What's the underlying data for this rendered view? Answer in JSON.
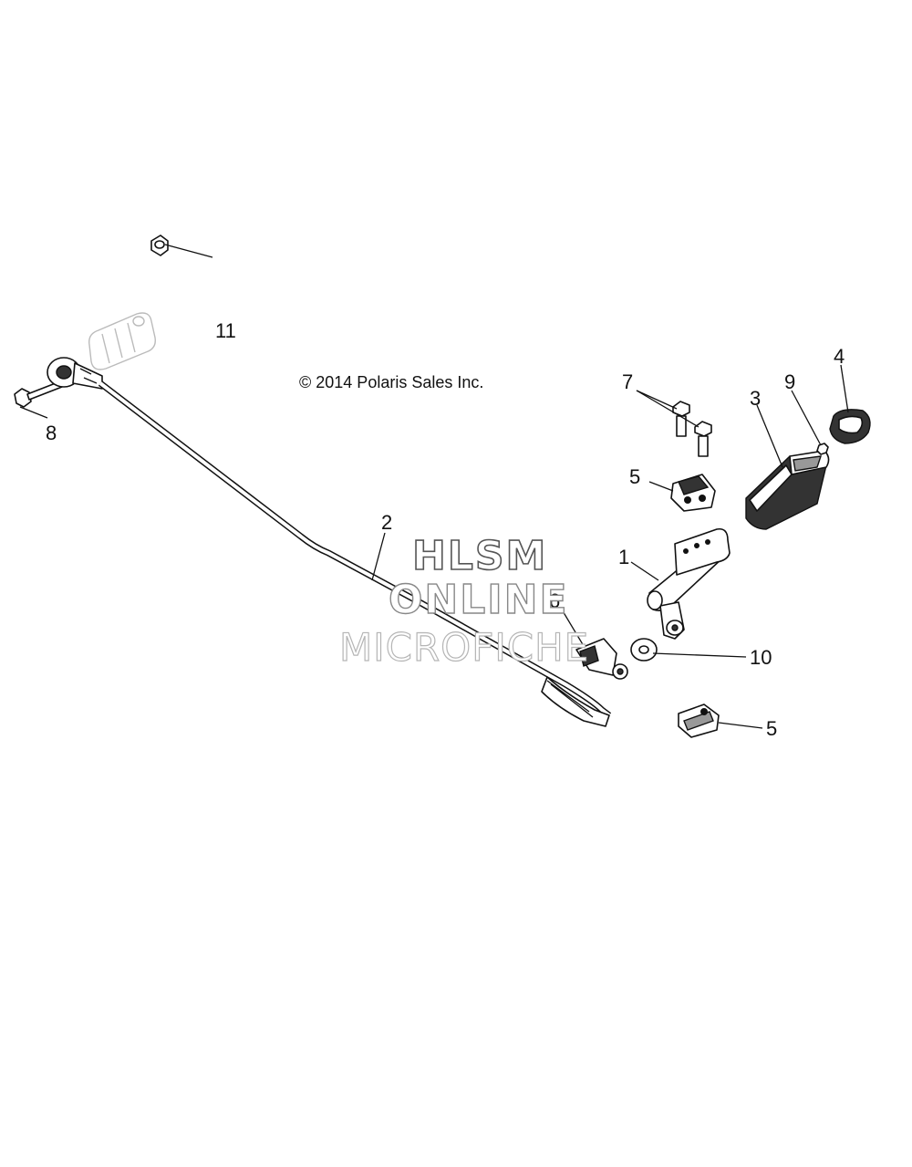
{
  "copyright": "© 2014 Polaris Sales Inc.",
  "watermark": {
    "line1": "HLSM",
    "line2": "ONLINE",
    "line3": "MICROFICHE"
  },
  "callouts": [
    {
      "id": "1",
      "part": "shift-lever"
    },
    {
      "id": "2",
      "part": "shift-rod"
    },
    {
      "id": "3",
      "part": "shift-knob-boot"
    },
    {
      "id": "4",
      "part": "knob-cap"
    },
    {
      "id": "5",
      "part": "bushing-upper"
    },
    {
      "id": "5",
      "part": "bushing-lower"
    },
    {
      "id": "6",
      "part": "clip"
    },
    {
      "id": "7",
      "part": "bolts"
    },
    {
      "id": "8",
      "part": "bolt"
    },
    {
      "id": "9",
      "part": "screw"
    },
    {
      "id": "10",
      "part": "washer"
    },
    {
      "id": "11",
      "part": "nut"
    }
  ]
}
